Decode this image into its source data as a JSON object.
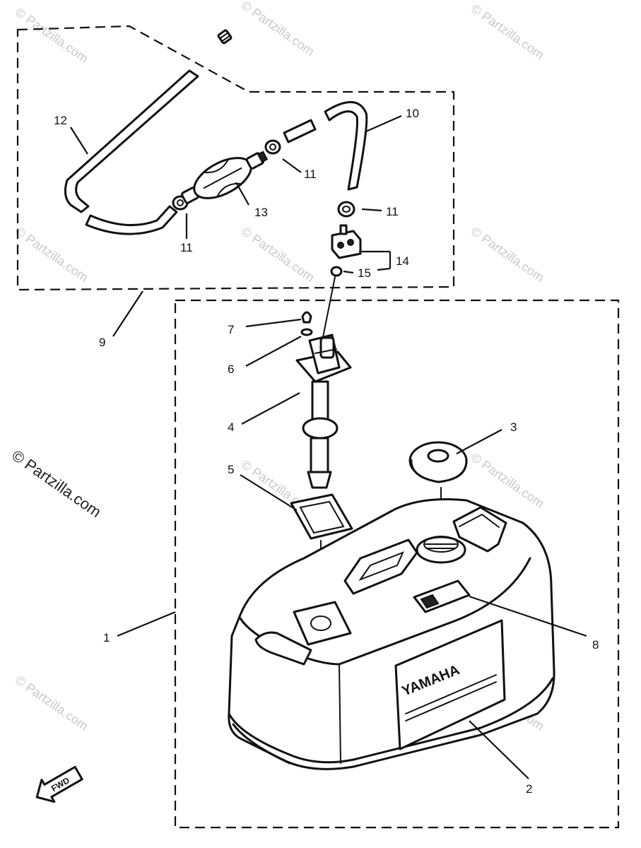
{
  "watermark": {
    "text": "© Partzilla.com",
    "color": "#c9c9c9",
    "prominent_color": "#222222"
  },
  "callouts": [
    "1",
    "2",
    "3",
    "4",
    "5",
    "6",
    "7",
    "8",
    "9",
    "10",
    "11",
    "11",
    "11",
    "12",
    "13",
    "14",
    "15"
  ],
  "tank_brand": "YAMAHA",
  "fwd_label": "FWD",
  "colors": {
    "line": "#111111",
    "background": "#ffffff"
  }
}
